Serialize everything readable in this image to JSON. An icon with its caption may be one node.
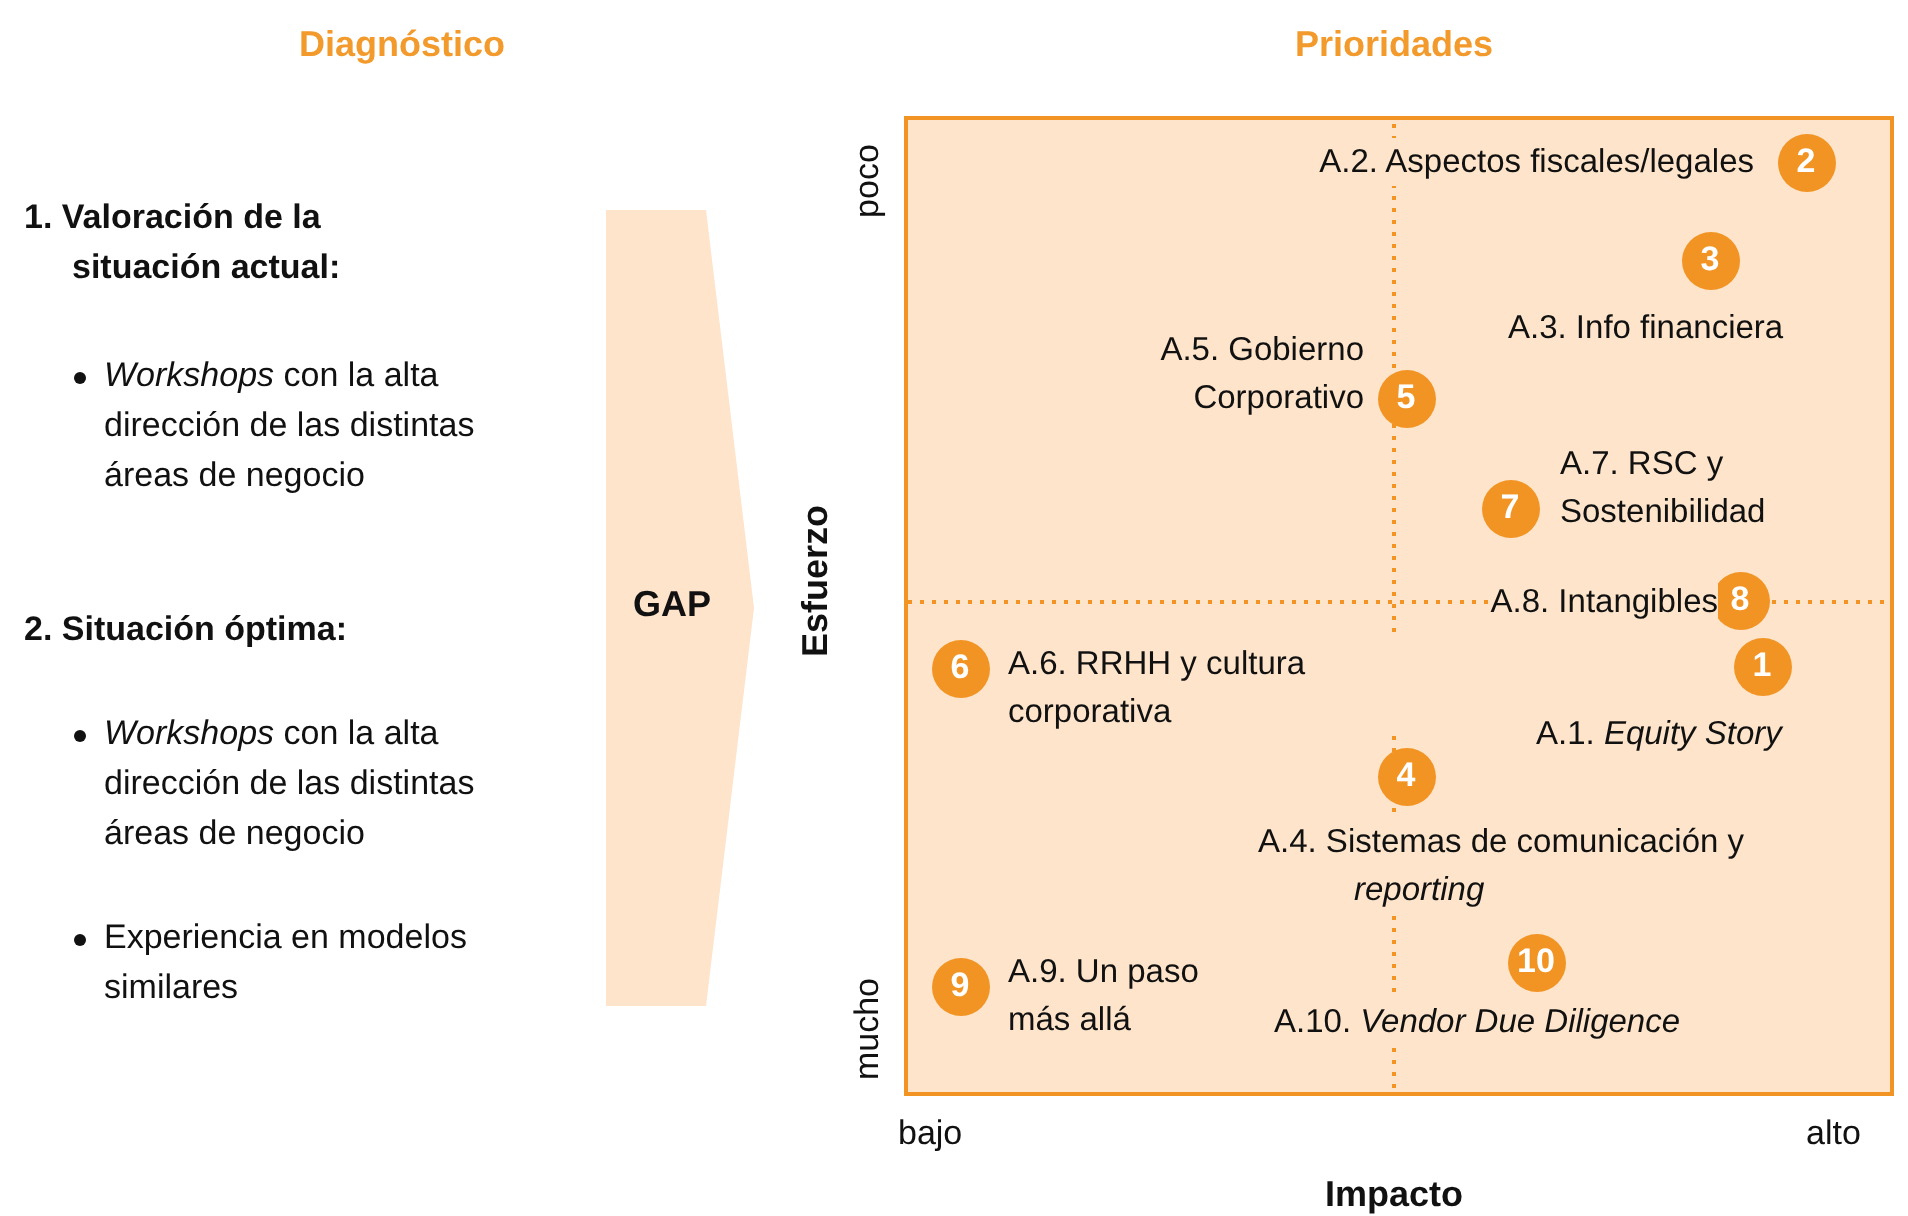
{
  "diagram": {
    "nodes": [
      {
        "text": [
          "GAP"
        ]
      },
      {
        "text": [],
        "shape": "box"
      },
      {
        "text": [
          "2"
        ],
        "in": 1,
        "beside": [
          "A.2. Aspectos fiscales/legales"
        ]
      },
      {
        "text": [
          "3"
        ],
        "in": 1,
        "beside": [
          "A.3. Info financiera"
        ]
      },
      {
        "text": [
          "5"
        ],
        "in": 1,
        "beside": [
          "A.5. Gobierno Corporativo"
        ]
      },
      {
        "text": [
          "7"
        ],
        "in": 1,
        "beside": [
          "A.7. RSC y Sostenibilidad"
        ]
      },
      {
        "text": [
          "8"
        ],
        "in": 1,
        "beside": [
          "A.8. Intangibles"
        ]
      },
      {
        "text": [
          "6"
        ],
        "in": 1,
        "beside": [
          "A.6. RRHH y cultura corporativa"
        ]
      },
      {
        "text": [
          "1"
        ],
        "in": 1,
        "beside": [
          "A.1. *Equity Story*"
        ]
      },
      {
        "text": [
          "4"
        ],
        "in": 1,
        "beside": [
          "A.4. Sistemas de comunicación y *reporting*"
        ]
      },
      {
        "text": [
          "10"
        ],
        "in": 1,
        "beside": [
          "A.10. *Vendor Due Diligence*"
        ]
      },
      {
        "text": [
          "9"
        ],
        "in": 1,
        "beside": [
          "A.9. Un paso más allá"
        ]
      }
    ],
    "labels": [
      "Diagnóstico",
      "Prioridades",
      "1. Valoración de la situación actual:",
      "*Workshops* con la alta dirección de las distintas áreas de negocio",
      "2. Situación óptima:",
      "*Workshops* con la alta dirección de las distintas áreas de negocio",
      "Experiencia en modelos similares",
      "poco",
      "Esfuerzo",
      "mucho",
      "bajo",
      "alto",
      "Impacto"
    ]
  }
}
